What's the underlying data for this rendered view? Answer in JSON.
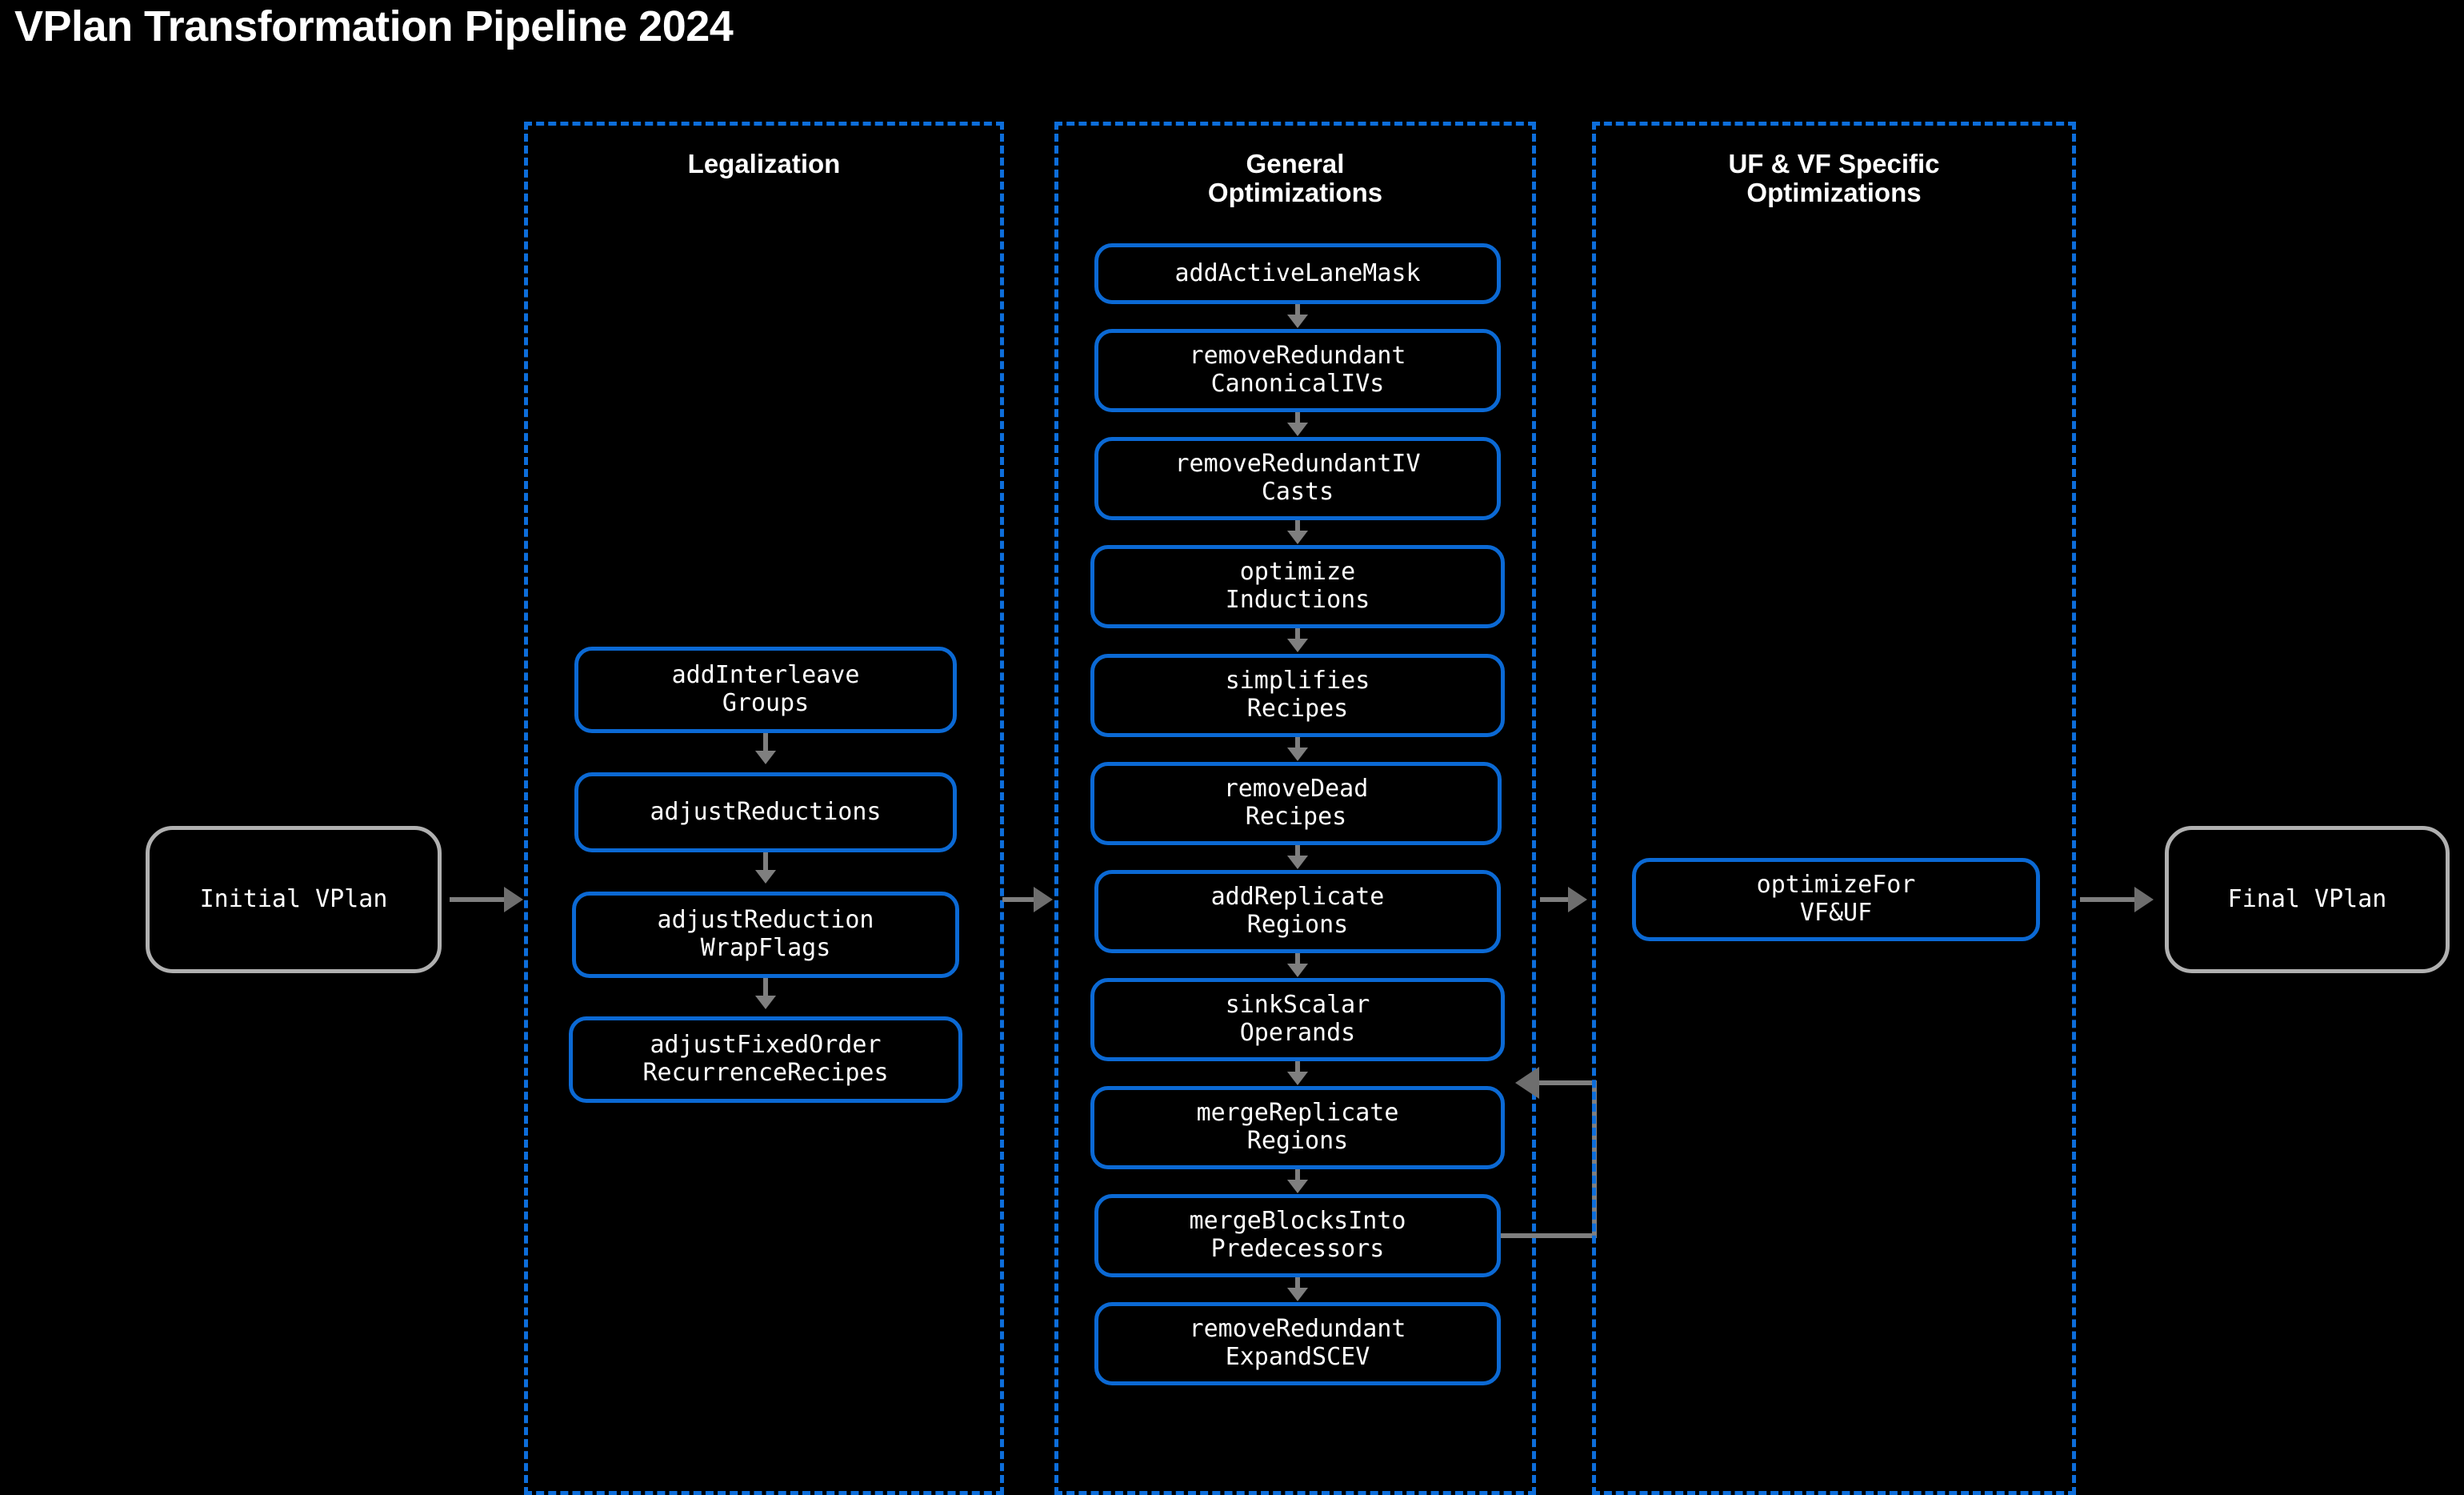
{
  "title": "VPlan Transformation Pipeline 2024",
  "colors": {
    "background": "#000000",
    "subgraph_border": "#0D6EDB",
    "node_border": "#0B69D4",
    "terminal_border": "#b0b0b0",
    "arrow": "#7f7f7f",
    "text": "#ffffff"
  },
  "terminals": {
    "start": {
      "label": "Initial VPlan"
    },
    "end": {
      "label": "Final VPlan"
    }
  },
  "subgraphs": [
    {
      "id": "legalization",
      "title": "Legalization",
      "nodes": [
        {
          "id": "addInterleaveGroups",
          "label": "addInterleave\nGroups"
        },
        {
          "id": "adjustReductions",
          "label": "adjustReductions"
        },
        {
          "id": "adjustReductionWrapFlags",
          "label": "adjustReduction\nWrapFlags"
        },
        {
          "id": "adjustFixedOrderRecurrenceRecipes",
          "label": "adjustFixedOrder\nRecurrenceRecipes"
        }
      ]
    },
    {
      "id": "general-optimizations",
      "title": "General\nOptimizations",
      "nodes": [
        {
          "id": "addActiveLaneMask",
          "label": "addActiveLaneMask"
        },
        {
          "id": "removeRedundantCanonicalIVs",
          "label": "removeRedundant\nCanonicalIVs"
        },
        {
          "id": "removeRedundantIVCasts",
          "label": "removeRedundantIV\nCasts"
        },
        {
          "id": "optimizeInductions",
          "label": "optimize\nInductions"
        },
        {
          "id": "simplifiesRecipes",
          "label": "simplifies\nRecipes"
        },
        {
          "id": "removeDeadRecipes",
          "label": "removeDead\nRecipes"
        },
        {
          "id": "addReplicateRegions",
          "label": "addReplicate\nRegions"
        },
        {
          "id": "sinkScalarOperands",
          "label": "sinkScalar\nOperands"
        },
        {
          "id": "mergeReplicateRegions",
          "label": "mergeReplicate\nRegions"
        },
        {
          "id": "mergeBlocksIntoPredecessors",
          "label": "mergeBlocksInto\nPredecessors"
        },
        {
          "id": "removeRedundantExpandSCEV",
          "label": "removeRedundant\nExpandSCEV"
        }
      ]
    },
    {
      "id": "uf-vf-specific-optimizations",
      "title": "UF & VF Specific\nOptimizations",
      "nodes": [
        {
          "id": "optimizeForVFUF",
          "label": "optimizeFor\nVF&UF"
        }
      ]
    }
  ],
  "edges": [
    {
      "from": "start",
      "to": "legalization"
    },
    {
      "from": "legalization",
      "to": "general-optimizations"
    },
    {
      "from": "general-optimizations",
      "to": "uf-vf-specific-optimizations"
    },
    {
      "from": "uf-vf-specific-optimizations",
      "to": "end"
    },
    {
      "from": "mergeBlocksIntoPredecessors",
      "to": "sinkScalarOperands",
      "kind": "feedback-loop"
    }
  ]
}
